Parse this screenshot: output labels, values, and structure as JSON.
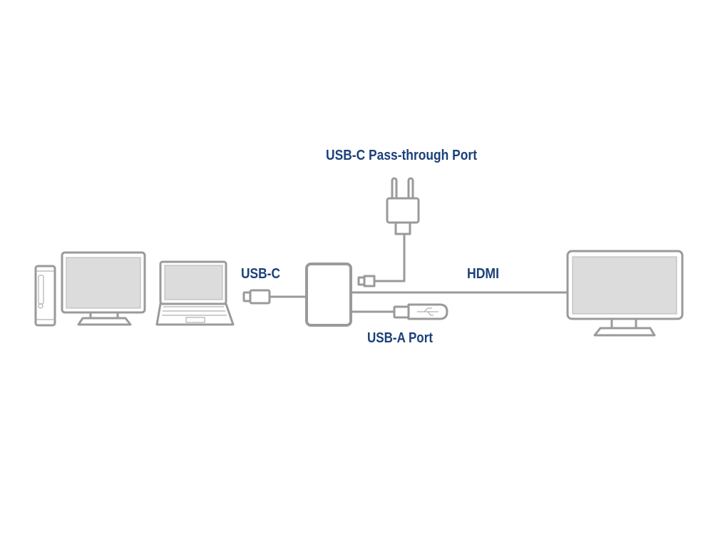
{
  "colors": {
    "label": "#1b4079",
    "stroke": "#9a9a9a",
    "screen": "#dcdcdc"
  },
  "labels": {
    "pass_through": "USB-C Pass-through Port",
    "usb_c": "USB-C",
    "hdmi": "HDMI",
    "usb_a": "USB-A Port"
  },
  "icons": [
    "desktop-tower-icon",
    "desktop-monitor-icon",
    "laptop-icon",
    "usb-c-plug-icon",
    "hub-icon",
    "power-adapter-icon",
    "usb-flash-drive-icon",
    "display-monitor-icon"
  ]
}
